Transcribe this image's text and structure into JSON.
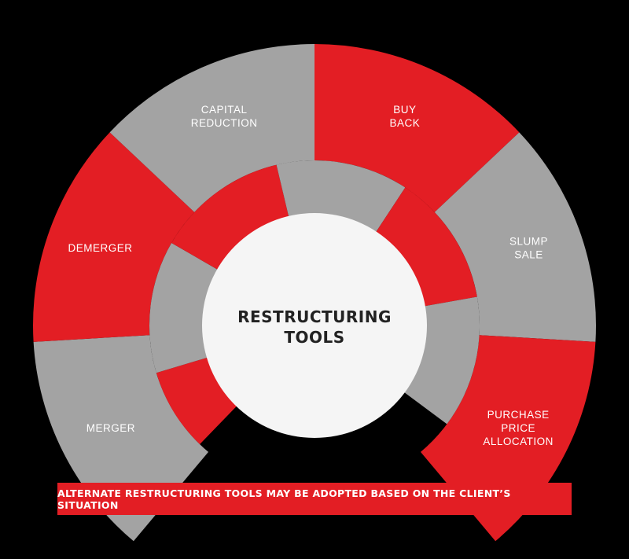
{
  "colors": {
    "red": "#e31e24",
    "gray": "#a3a3a3",
    "center": "#f5f5f5",
    "background": "#000000"
  },
  "center": {
    "title_line1": "RESTRUCTURING",
    "title_line2": "TOOLS"
  },
  "segments": [
    {
      "lines": [
        "MERGER"
      ],
      "color": "gray"
    },
    {
      "lines": [
        "DEMERGER"
      ],
      "color": "red"
    },
    {
      "lines": [
        "CAPITAL",
        "REDUCTION"
      ],
      "color": "gray"
    },
    {
      "lines": [
        "BUY",
        "BACK"
      ],
      "color": "red"
    },
    {
      "lines": [
        "SLUMP",
        "SALE"
      ],
      "color": "gray"
    },
    {
      "lines": [
        "PURCHASE",
        "PRICE",
        "ALLOCATION"
      ],
      "color": "red"
    }
  ],
  "inner_ring_colors": [
    "red",
    "gray",
    "red",
    "gray",
    "red",
    "gray"
  ],
  "banner": {
    "text": "ALTERNATE RESTRUCTURING TOOLS MAY BE ADOPTED BASED ON THE CLIENT’S SITUATION"
  }
}
